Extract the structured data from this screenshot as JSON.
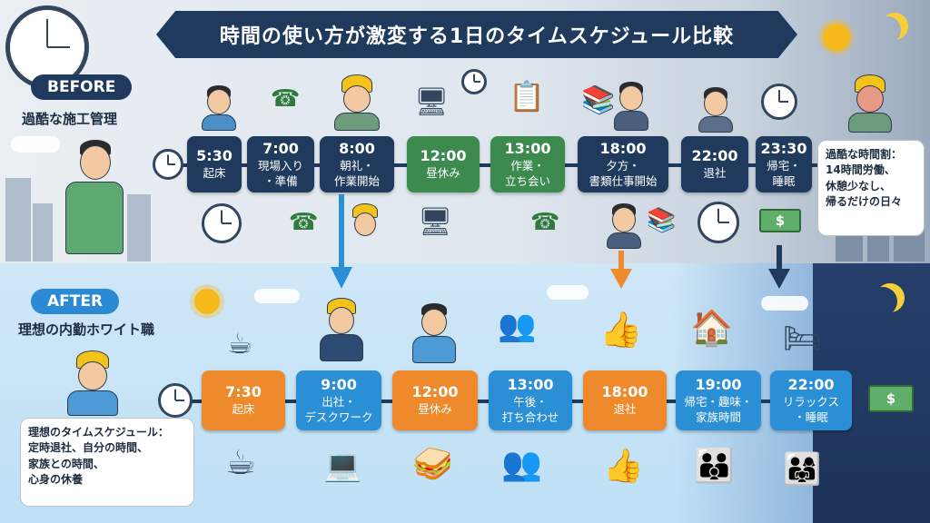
{
  "title": "時間の使い方が激変する1日のタイムスケジュール比較",
  "before": {
    "badge": "BEFORE",
    "subtitle": "過酷な施工管理",
    "items": [
      {
        "time": "5:30",
        "activity": "起床",
        "style": "navy"
      },
      {
        "time": "7:00",
        "activity": "現場入り\n・準備",
        "style": "navy"
      },
      {
        "time": "8:00",
        "activity": "朝礼・\n作業開始",
        "style": "navy"
      },
      {
        "time": "12:00",
        "activity": "昼休み",
        "style": "green"
      },
      {
        "time": "13:00",
        "activity": "作業・\n立ち会い",
        "style": "green"
      },
      {
        "time": "18:00",
        "activity": "夕方・\n書類仕事開始",
        "style": "navy"
      },
      {
        "time": "22:00",
        "activity": "退社",
        "style": "navy"
      },
      {
        "time": "23:30",
        "activity": "帰宅・\n睡眠",
        "style": "navy"
      }
    ],
    "note": "過酷な時間割：\n14時間労働、\n休憩少なし、\n帰るだけの日々"
  },
  "after": {
    "badge": "AFTER",
    "subtitle": "理想の内勤ホワイト職",
    "items": [
      {
        "time": "7:30",
        "activity": "起床",
        "style": "orange"
      },
      {
        "time": "9:00",
        "activity": "出社・\nデスクワーク",
        "style": "blue"
      },
      {
        "time": "12:00",
        "activity": "昼休み",
        "style": "orange"
      },
      {
        "time": "13:00",
        "activity": "午後・\n打ち合わせ",
        "style": "blue"
      },
      {
        "time": "18:00",
        "activity": "退社",
        "style": "orange"
      },
      {
        "time": "19:00",
        "activity": "帰宅・趣味・\n家族時間",
        "style": "blue"
      },
      {
        "time": "22:00",
        "activity": "リラックス\n・睡眠",
        "style": "blue"
      }
    ],
    "note": "理想のタイムスケジュール：\n定時退社、自分の時間、\n家族との時間、\n心身の休養"
  },
  "colors": {
    "navy": "#1f3a5c",
    "green": "#3d8a4f",
    "orange": "#ee8a2c",
    "blue": "#2a8fd4"
  },
  "icons": [
    "clock-icon",
    "phone-icon",
    "hard-hat-worker-icon",
    "desk-icon",
    "checklist-icon",
    "paper-stack-icon",
    "money-icon",
    "sun-icon",
    "moon-icon",
    "coffee-icon",
    "laptop-icon",
    "thumbs-up-icon",
    "house-family-icon",
    "bed-icon"
  ]
}
